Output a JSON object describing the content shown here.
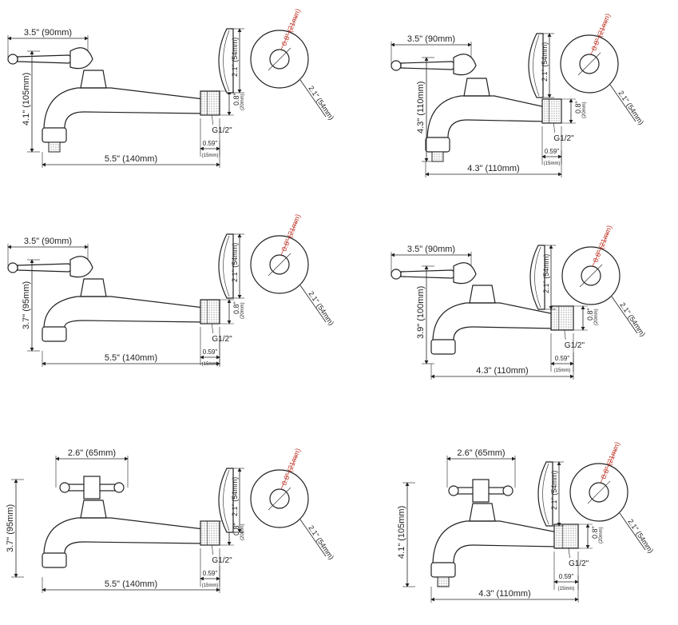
{
  "panels": [
    {
      "width_dim": "3.5\" (90mm)",
      "height_dim": "4.1\" (105mm)",
      "length_dim": "5.5\" (140mm)",
      "flange_height": "2.1\" (54mm)",
      "flange_diameter": "2.1\" (54mm)",
      "hole_dim": "0.8\" (21mm)",
      "thread_dim": "0.8\"",
      "thread_dim_mm": "(20mm)",
      "thread_label": "G1/2\"",
      "end_dim": "0.59\"",
      "end_dim_mm": "(15mm)"
    },
    {
      "width_dim": "3.5\" (90mm)",
      "height_dim": "4.3\" (110mm)",
      "length_dim": "4.3\" (110mm)",
      "flange_height": "2.1\" (54mm)",
      "flange_diameter": "2.1\" (54mm)",
      "hole_dim": "0.8\" (21mm)",
      "thread_dim": "0.8\"",
      "thread_dim_mm": "(20mm)",
      "thread_label": "G1/2\"",
      "end_dim": "0.59\"",
      "end_dim_mm": "(15mm)"
    },
    {
      "width_dim": "3.5\" (90mm)",
      "height_dim": "3.7\" (95mm)",
      "length_dim": "5.5\" (140mm)",
      "flange_height": "2.1\" (54mm)",
      "flange_diameter": "2.1\" (54mm)",
      "hole_dim": "0.8\" (21mm)",
      "thread_dim": "0.8\"",
      "thread_dim_mm": "(20mm)",
      "thread_label": "G1/2\"",
      "end_dim": "0.59\"",
      "end_dim_mm": "(15mm)"
    },
    {
      "width_dim": "3.5\" (90mm)",
      "height_dim": "3.9\" (100mm)",
      "length_dim": "4.3\" (110mm)",
      "flange_height": "2.1\" (54mm)",
      "flange_diameter": "2.1\" (54mm)",
      "hole_dim": "0.8\" (21mm)",
      "thread_dim": "0.8\"",
      "thread_dim_mm": "(20mm)",
      "thread_label": "G1/2\"",
      "end_dim": "0.59\"",
      "end_dim_mm": "(15mm)"
    },
    {
      "width_dim": "2.6\" (65mm)",
      "height_dim": "3.7\" (95mm)",
      "length_dim": "5.5\" (140mm)",
      "flange_height": "2.1\" (54mm)",
      "flange_diameter": "2.1\" (54mm)",
      "hole_dim": "0.8\" (21mm)",
      "thread_dim": "0.8\"",
      "thread_dim_mm": "(20mm)",
      "thread_label": "G1/2\"",
      "end_dim": "0.59\"",
      "end_dim_mm": "(15mm)"
    },
    {
      "width_dim": "2.6\" (65mm)",
      "height_dim": "4.1\" (105mm)",
      "length_dim": "4.3\" (110mm)",
      "flange_height": "2.1\" (54mm)",
      "flange_diameter": "2.1\" (54mm)",
      "hole_dim": "0.8\" (21mm)",
      "thread_dim": "0.8\"",
      "thread_dim_mm": "(20mm)",
      "thread_label": "G1/2\"",
      "end_dim": "0.59\"",
      "end_dim_mm": "(15mm)"
    }
  ],
  "colors": {
    "line": "#222222",
    "accent_red": "#c0392b",
    "hatch": "#999999"
  }
}
